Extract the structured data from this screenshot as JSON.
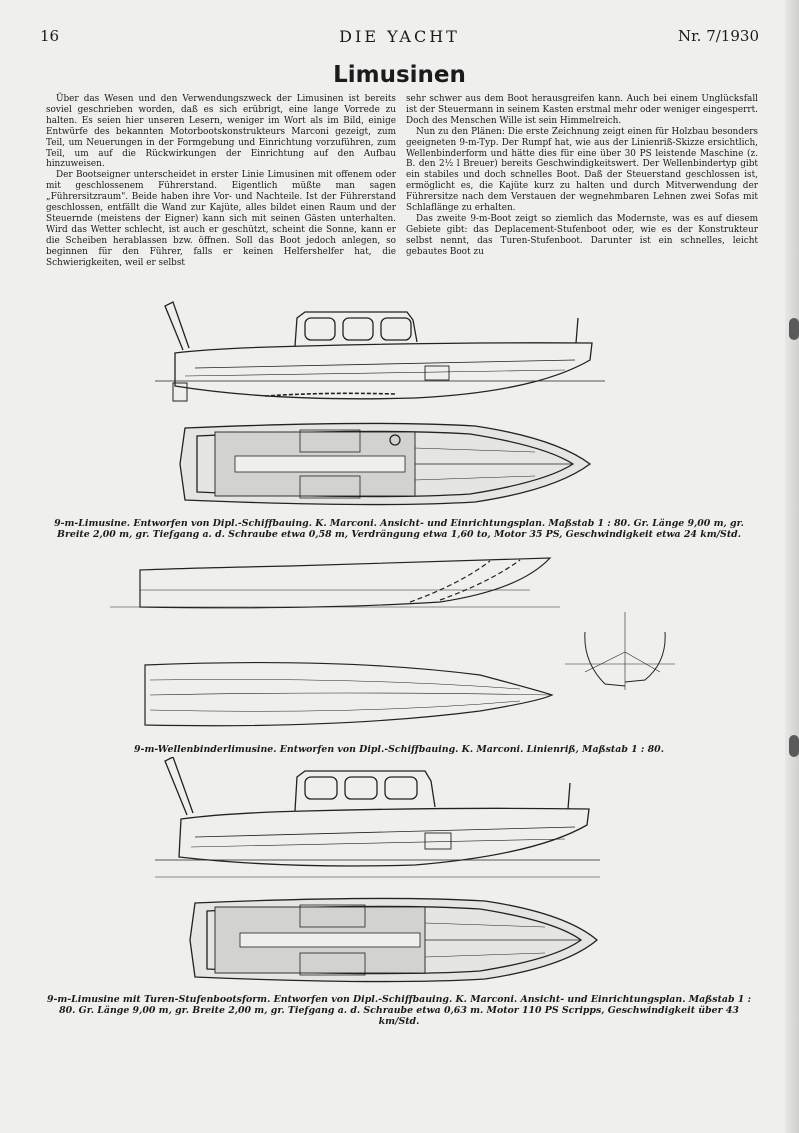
{
  "header": {
    "page_number": "16",
    "journal": "DIE YACHT",
    "issue": "Nr. 7/1930"
  },
  "title": "Limusinen",
  "left_column": [
    "Über das Wesen und den Verwendungszweck der Limusinen ist bereits soviel geschrieben worden, daß es sich erübrigt, eine lange Vorrede zu halten. Es seien hier unseren Lesern, weniger im Wort als im Bild, einige Entwürfe des bekannten Motorbootskonstrukteurs Marconi gezeigt, zum Teil, um Neuerungen in der Formgebung und Einrichtung vorzuführen, zum Teil, um auf die Rückwirkungen der Einrichtung auf den Aufbau hinzuweisen.",
    "Der Bootseigner unterscheidet in erster Linie Limusinen mit offenem oder mit geschlossenem Führerstand. Eigentlich müßte man sagen „Führersitzraum\". Beide haben ihre Vor- und Nachteile. Ist der Führerstand geschlossen, entfällt die Wand zur Kajüte, alles bildet einen Raum und der Steuernde (meistens der Eigner) kann sich mit seinen Gästen unterhalten. Wird das Wetter schlecht, ist auch er geschützt, scheint die Sonne, kann er die Scheiben herablassen bzw. öffnen. Soll das Boot jedoch anlegen, so beginnen für den Führer, falls er keinen Helfershelfer hat, die Schwierigkeiten, weil er selbst"
  ],
  "right_column": [
    "sehr schwer aus dem Boot herausgreifen kann. Auch bei einem Unglücksfall ist der Steuermann in seinem Kasten erstmal mehr oder weniger eingesperrt. Doch des Menschen Wille ist sein Himmelreich.",
    "Nun zu den Plänen: Die erste Zeichnung zeigt einen für Holzbau besonders geeigneten 9-m-Typ. Der Rumpf hat, wie aus der Linienriß-Skizze ersichtlich, Wellenbinderform und hätte dies für eine über 30 PS leistende Maschine (z. B. den 2½ l Breuer) bereits Geschwindigkeitswert. Der Wellenbindertyp gibt ein stabiles und doch schnelles Boot. Daß der Steuerstand geschlossen ist, ermöglicht es, die Kajüte kurz zu halten und durch Mitverwendung der Führersitze nach dem Verstauen der wegnehmbaren Lehnen zwei Sofas mit Schlaflänge zu erhalten.",
    "Das zweite 9-m-Boot zeigt so ziemlich das Modernste, was es auf diesem Gebiete gibt: das Deplacement-Stufenboot oder, wie es der Konstrukteur selbst nennt, das Turen-Stufenboot. Darunter ist ein schnelles, leicht gebautes Boot zu"
  ],
  "captions": {
    "fig1": "9-m-Limusine. Entworfen von Dipl.-Schiffbauing. K. Marconi. Ansicht- und Einrichtungsplan. Maßstab 1 : 80. Gr. Länge 9,00 m, gr. Breite 2,00 m, gr. Tiefgang a. d. Schraube etwa 0,58 m, Verdrängung etwa 1,60 to, Motor 35 PS, Geschwindigkeit etwa 24 km/Std.",
    "fig2": "9-m-Wellenbinderlimusine. Entworfen von Dipl.-Schiffbauing. K. Marconi. Linienriß, Maßstab 1 : 80.",
    "fig3": "9-m-Limusine mit Turen-Stufenbootsform. Entworfen von Dipl.-Schiffbauing. K. Marconi. Ansicht- und Einrichtungsplan. Maßstab 1 : 80. Gr. Länge 9,00 m, gr. Breite 2,00 m, gr. Tiefgang a. d. Schraube etwa 0,63 m. Motor 110 PS Scripps, Geschwindigkeit über 43 km/Std."
  }
}
